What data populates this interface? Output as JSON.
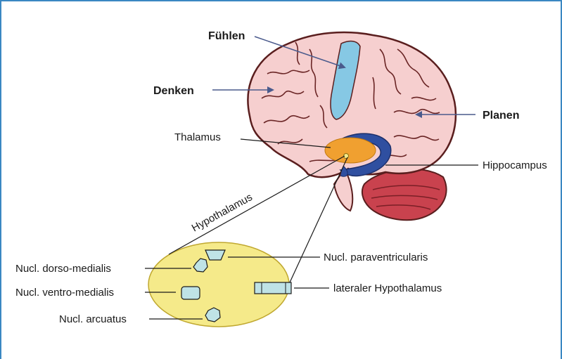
{
  "labels": {
    "fuehlen": "Fühlen",
    "denken": "Denken",
    "planen": "Planen",
    "thalamus": "Thalamus",
    "hippocampus": "Hippocampus",
    "hypothalamus": "Hypothalamus",
    "dorso_medialis": "Nucl. dorso-medialis",
    "ventro_medialis": "Nucl. ventro-medialis",
    "arcuatus": "Nucl. arcuatus",
    "paraventricularis": "Nucl. paraventricularis",
    "lateraler": "lateraler Hypothalamus"
  },
  "colors": {
    "frame_border": "#3a87c2",
    "brain_fill": "#f6cfcf",
    "brain_outline": "#5a1e1e",
    "cerebellum": "#c9424e",
    "sensory_cortex": "#86c8e4",
    "thalamus": "#f0a030",
    "hippocampus": "#2f4fa0",
    "hypothalamus_oval": "#f5ea8a",
    "nucleus_fill": "#bfe3e6",
    "arrow": "#4a5a8c"
  }
}
